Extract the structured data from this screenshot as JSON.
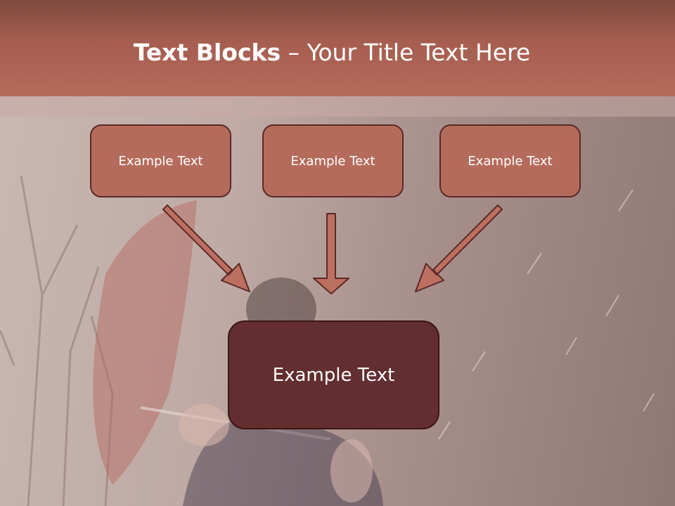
{
  "title": {
    "bold": "Text Blocks",
    "rest": " – Your Title Text Here"
  },
  "boxes": {
    "left": "Example Text",
    "middle": "Example Text",
    "right": "Example Text",
    "center": "Example Text"
  },
  "colors": {
    "header": "#b56b5c",
    "box_fill": "#b56b5c",
    "center_fill": "#632e30",
    "arrow_fill": "#bd6f60",
    "arrow_stroke": "#5a2a26"
  }
}
